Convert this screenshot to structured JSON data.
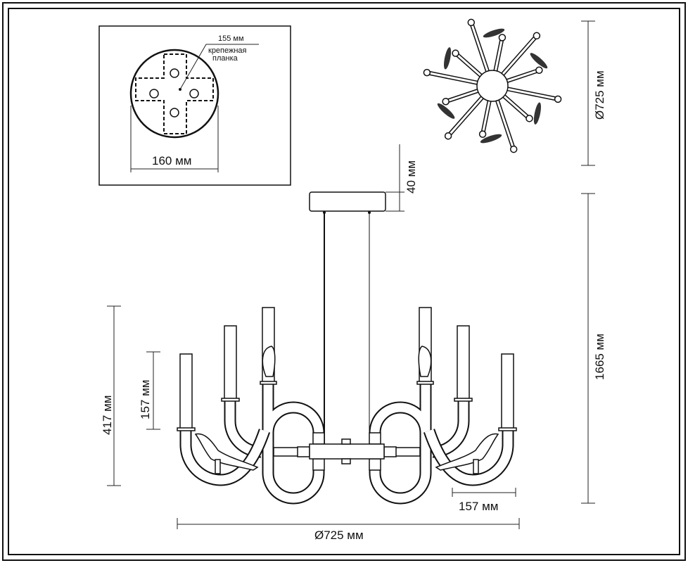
{
  "mount_plate": {
    "plate_size": "155 мм",
    "plate_label": "крепежная планка",
    "plate_label_line1": "крепежная",
    "plate_label_line2": "планка",
    "canopy_diameter": "160 мм"
  },
  "dimensions": {
    "canopy_height": "40 мм",
    "top_view_diameter": "Ø725 мм",
    "total_height": "1665 мм",
    "body_height": "417 мм",
    "candle_height": "157 мм",
    "arm_offset": "157 мм",
    "diameter": "Ø725 мм"
  }
}
